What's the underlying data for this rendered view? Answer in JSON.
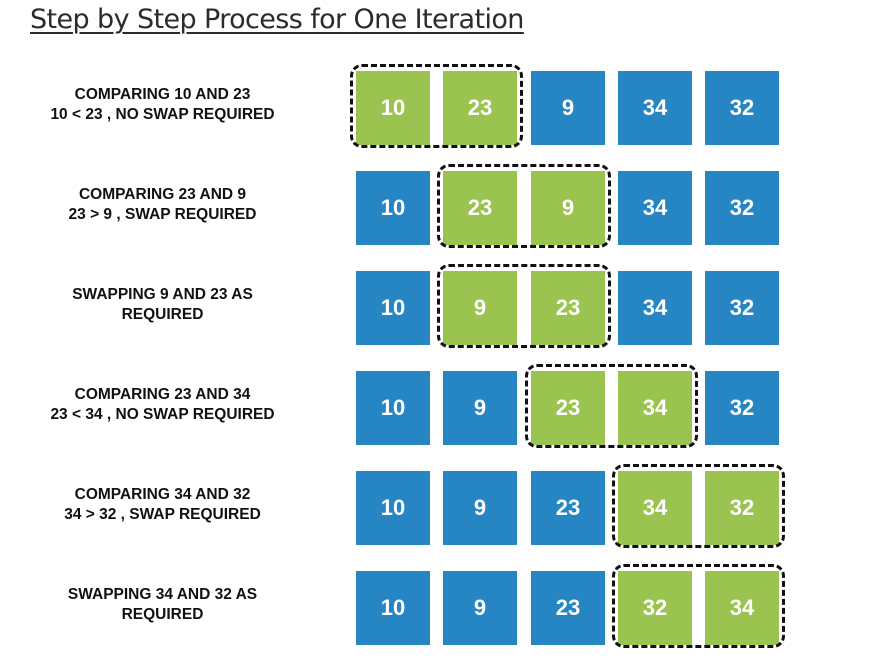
{
  "title": "Step by Step Process for One Iteration",
  "colors": {
    "compared": "#9bc34f",
    "other": "#2586c3"
  },
  "steps": [
    {
      "line1": "COMPARING 10 AND 23",
      "line2": "10 < 23 , NO SWAP REQUIRED",
      "values": [
        "10",
        "23",
        "9",
        "34",
        "32"
      ],
      "highlight_start": 0
    },
    {
      "line1": "COMPARING 23 AND 9",
      "line2": "23 > 9 , SWAP REQUIRED",
      "values": [
        "10",
        "23",
        "9",
        "34",
        "32"
      ],
      "highlight_start": 1
    },
    {
      "line1": "SWAPPING 9 AND 23 AS",
      "line2": "REQUIRED",
      "values": [
        "10",
        "9",
        "23",
        "34",
        "32"
      ],
      "highlight_start": 1
    },
    {
      "line1": "COMPARING 23 AND 34",
      "line2": "23 < 34 , NO SWAP REQUIRED",
      "values": [
        "10",
        "9",
        "23",
        "34",
        "32"
      ],
      "highlight_start": 2
    },
    {
      "line1": "COMPARING 34 AND 32",
      "line2": "34 > 32 , SWAP REQUIRED",
      "values": [
        "10",
        "9",
        "23",
        "34",
        "32"
      ],
      "highlight_start": 3
    },
    {
      "line1": "SWAPPING 34 AND 32 AS",
      "line2": "REQUIRED",
      "values": [
        "10",
        "9",
        "23",
        "32",
        "34"
      ],
      "highlight_start": 3
    }
  ]
}
